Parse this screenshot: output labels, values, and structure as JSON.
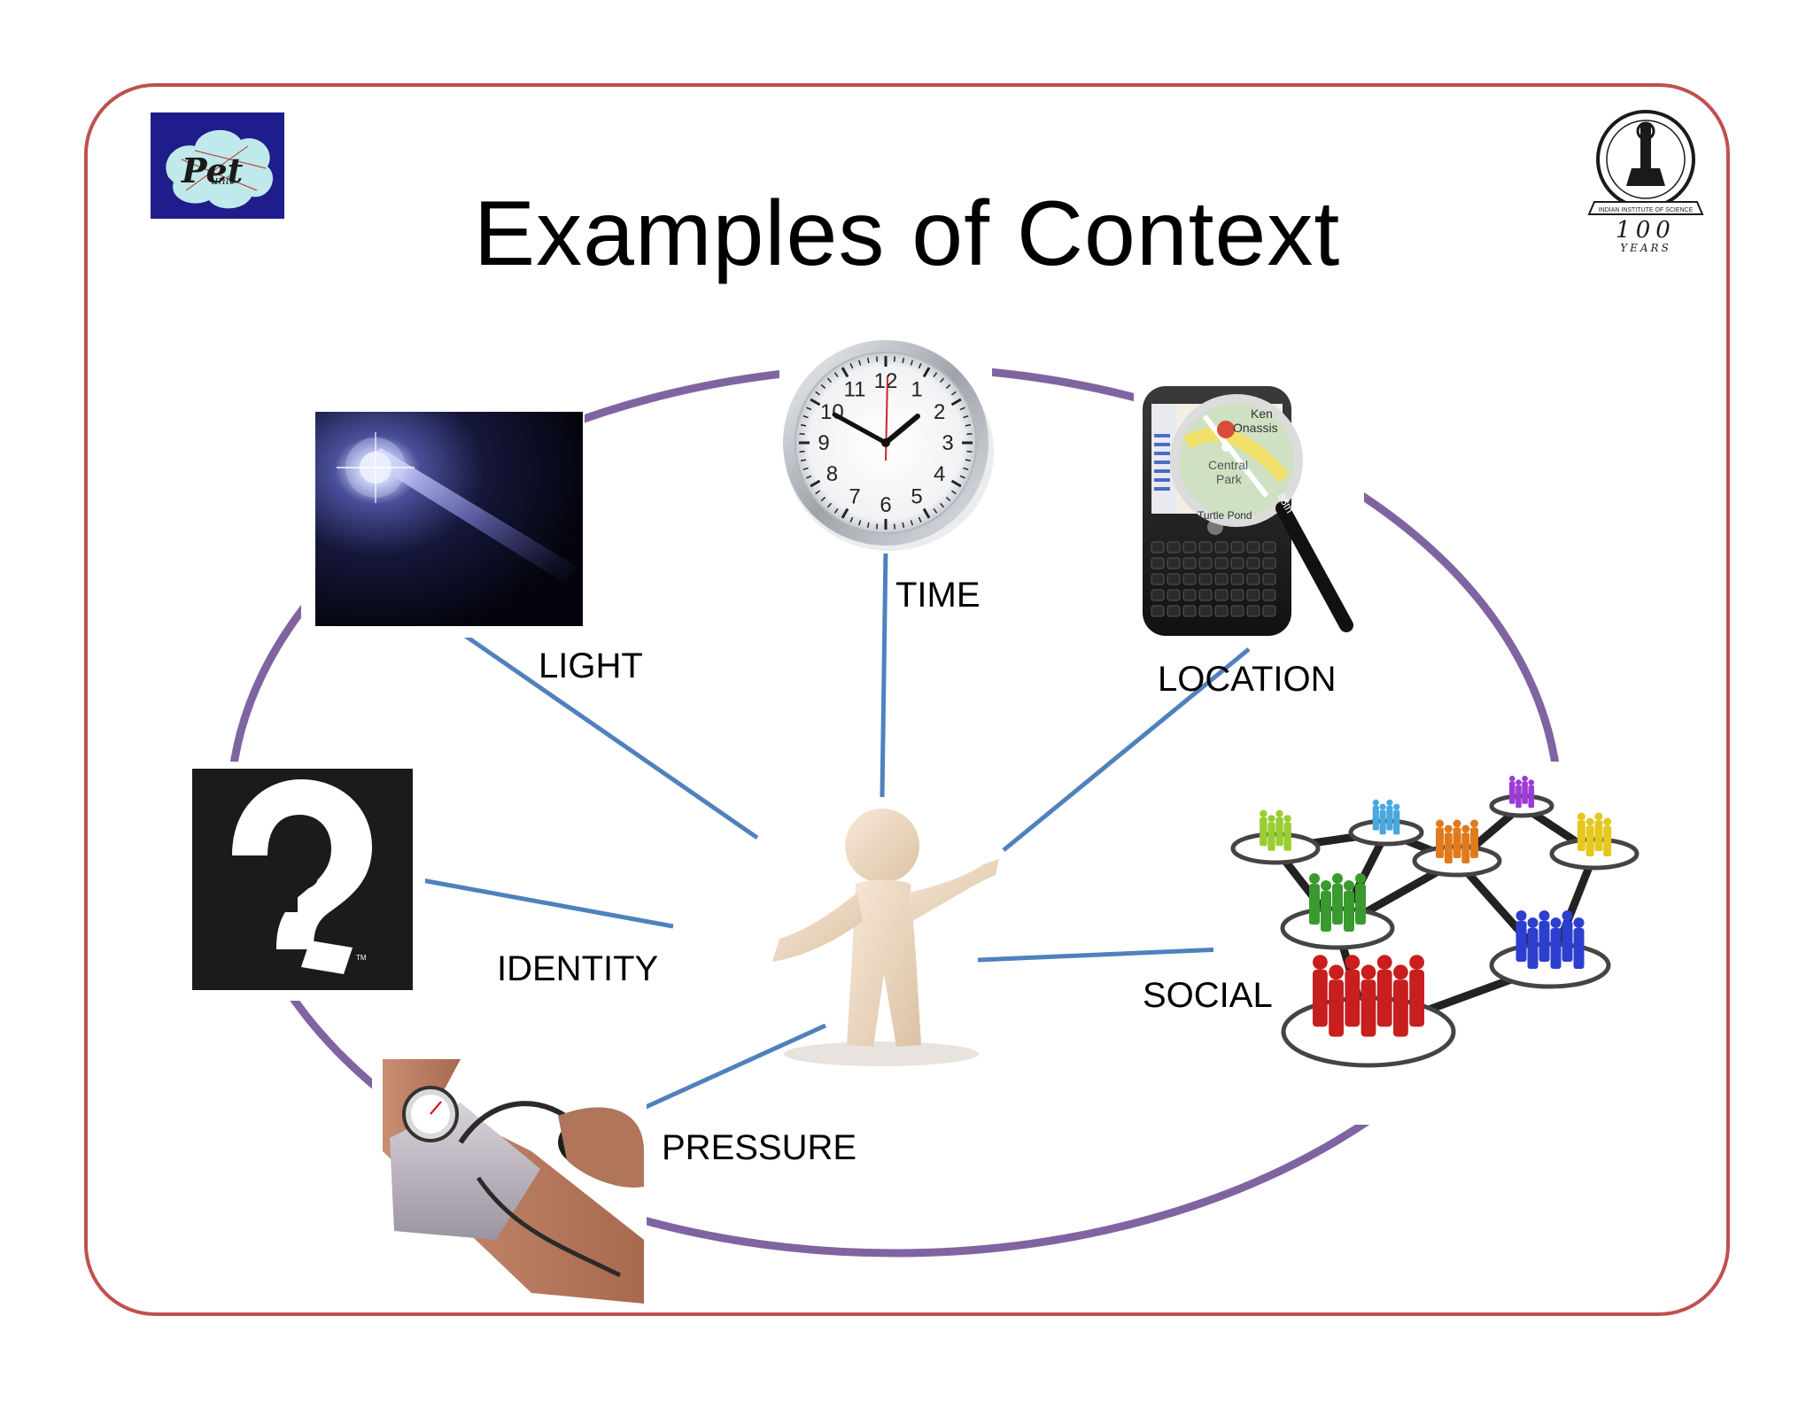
{
  "slide": {
    "title": "Examples of Context",
    "logo_left_text": "Pet",
    "logo_left_subtext": "unit",
    "logo_right_text": "100",
    "logo_right_subtext": "YEARS",
    "logo_right_ring_text": "INDIAN INSTITUTE OF SCIENCE"
  },
  "nodes": [
    {
      "id": "light",
      "label": "LIGHT"
    },
    {
      "id": "time",
      "label": "TIME"
    },
    {
      "id": "location",
      "label": "LOCATION"
    },
    {
      "id": "identity",
      "label": "IDENTITY"
    },
    {
      "id": "social",
      "label": "SOCIAL"
    },
    {
      "id": "pressure",
      "label": "PRESSURE"
    }
  ],
  "clock": {
    "numerals": [
      "12",
      "1",
      "2",
      "3",
      "4",
      "5",
      "6",
      "7",
      "8",
      "9",
      "10",
      "11"
    ]
  },
  "map": {
    "labels": [
      "Ken",
      "Onassis",
      "Central",
      "Park",
      "Turtle Pond",
      "85th"
    ]
  },
  "colors": {
    "frame": "#c0504d",
    "ellipse": "#8064a2",
    "connector": "#4f81bd",
    "social_groups": [
      "#c81e1e",
      "#2d3fcf",
      "#3a9a2f",
      "#e07a1f",
      "#9d3bd6",
      "#e4c81d",
      "#9acd32",
      "#4aa8e0"
    ]
  }
}
